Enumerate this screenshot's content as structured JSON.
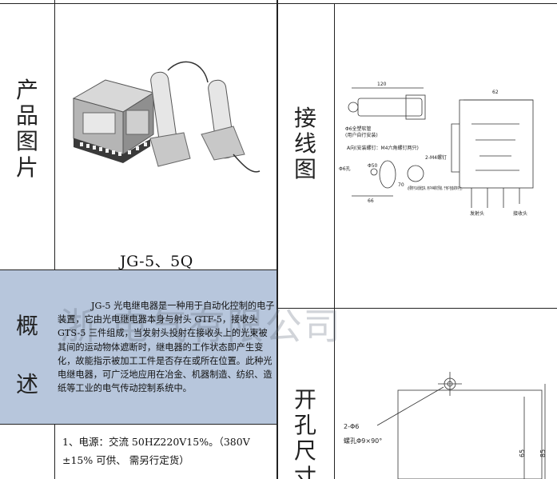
{
  "labels": {
    "product_image": [
      "产",
      "品",
      "图",
      "片"
    ],
    "wiring": [
      "接",
      "线",
      "图"
    ],
    "overview": [
      "概",
      "述"
    ],
    "cutout": [
      "开",
      "孔",
      "尺",
      "寸"
    ]
  },
  "product": {
    "model": "JG-5、5Q"
  },
  "overview": {
    "text": "JG-5 光电继电器是一种用于自动化控制的电子装置，它由光电继电器本身与射头 GTF-5，接收头 GTS-5 三件组成，当发射头投射在接收头上的光束被其间的运动物体遮断时，继电器的工作状态即产生变化，故能指示被加工工件是否存在或所在位置。此种光电继电器，可广泛地应用在冶金、机器制造、纺织、造纸等工业的电气传动控制系统中。"
  },
  "watermark": "浙        电气有限公司",
  "specs": {
    "line1": "1、电源：交流  50HZ220V15%。（380V",
    "line2": "±15% 可供、           需另行定货）"
  },
  "wiring_notes": {
    "dim_top": "120",
    "dim_right": "62",
    "mount": "Φ6全塑软管",
    "mount2": "(用户自行安装)",
    "mount_a": "A向(安装螺钉：M4六角螺钉两只)",
    "bolt": "2-M4螺钉",
    "dim_phi": "Φ6孔",
    "dim_50": "Φ50",
    "dim_66": "66",
    "dim_70": "70",
    "note": "必要时可以纸板垫块，用户M4螺钉预装，于用户自备的架子上。",
    "recv": "发射头",
    "send": "接收头"
  },
  "cutout_notes": {
    "holes": "2-Φ6",
    "screw": "螺孔Φ9×90°",
    "dim_65": "65",
    "dim_85": "85"
  }
}
